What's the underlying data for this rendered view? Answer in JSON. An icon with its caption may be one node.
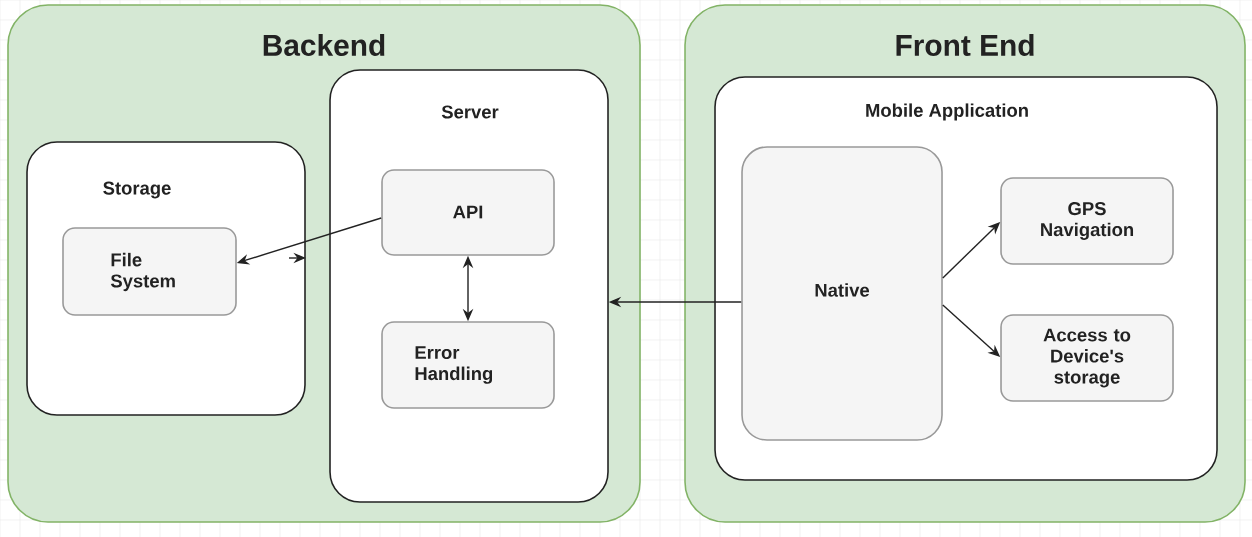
{
  "diagram": {
    "nodes": [
      {
        "text": [
          "Backend"
        ]
      },
      {
        "text": [
          "Storage"
        ],
        "in": 0
      },
      {
        "text": [
          "File System"
        ],
        "in": 1
      },
      {
        "text": [
          "Server"
        ],
        "in": 0
      },
      {
        "text": [
          "API"
        ],
        "in": 3
      },
      {
        "text": [
          "Error Handling"
        ],
        "in": 3
      },
      {
        "text": [
          "Front End"
        ]
      },
      {
        "text": [
          "Mobile Application"
        ],
        "in": 6
      },
      {
        "text": [
          "Native"
        ],
        "in": 7
      },
      {
        "text": [
          "GPS Navigation"
        ],
        "in": 7
      },
      {
        "text": [
          "Access to Device's storage"
        ],
        "in": 7
      }
    ],
    "edges": [
      {
        "from": 4,
        "to": 2,
        "arrow": "to"
      },
      {
        "from": null,
        "to": 1,
        "arrow": "to"
      },
      {
        "from": 4,
        "to": 5,
        "arrow": "both"
      },
      {
        "from": 8,
        "to": 3,
        "arrow": "to"
      },
      {
        "from": 8,
        "to": 9,
        "arrow": "to"
      },
      {
        "from": 8,
        "to": 10,
        "arrow": "to"
      }
    ]
  }
}
